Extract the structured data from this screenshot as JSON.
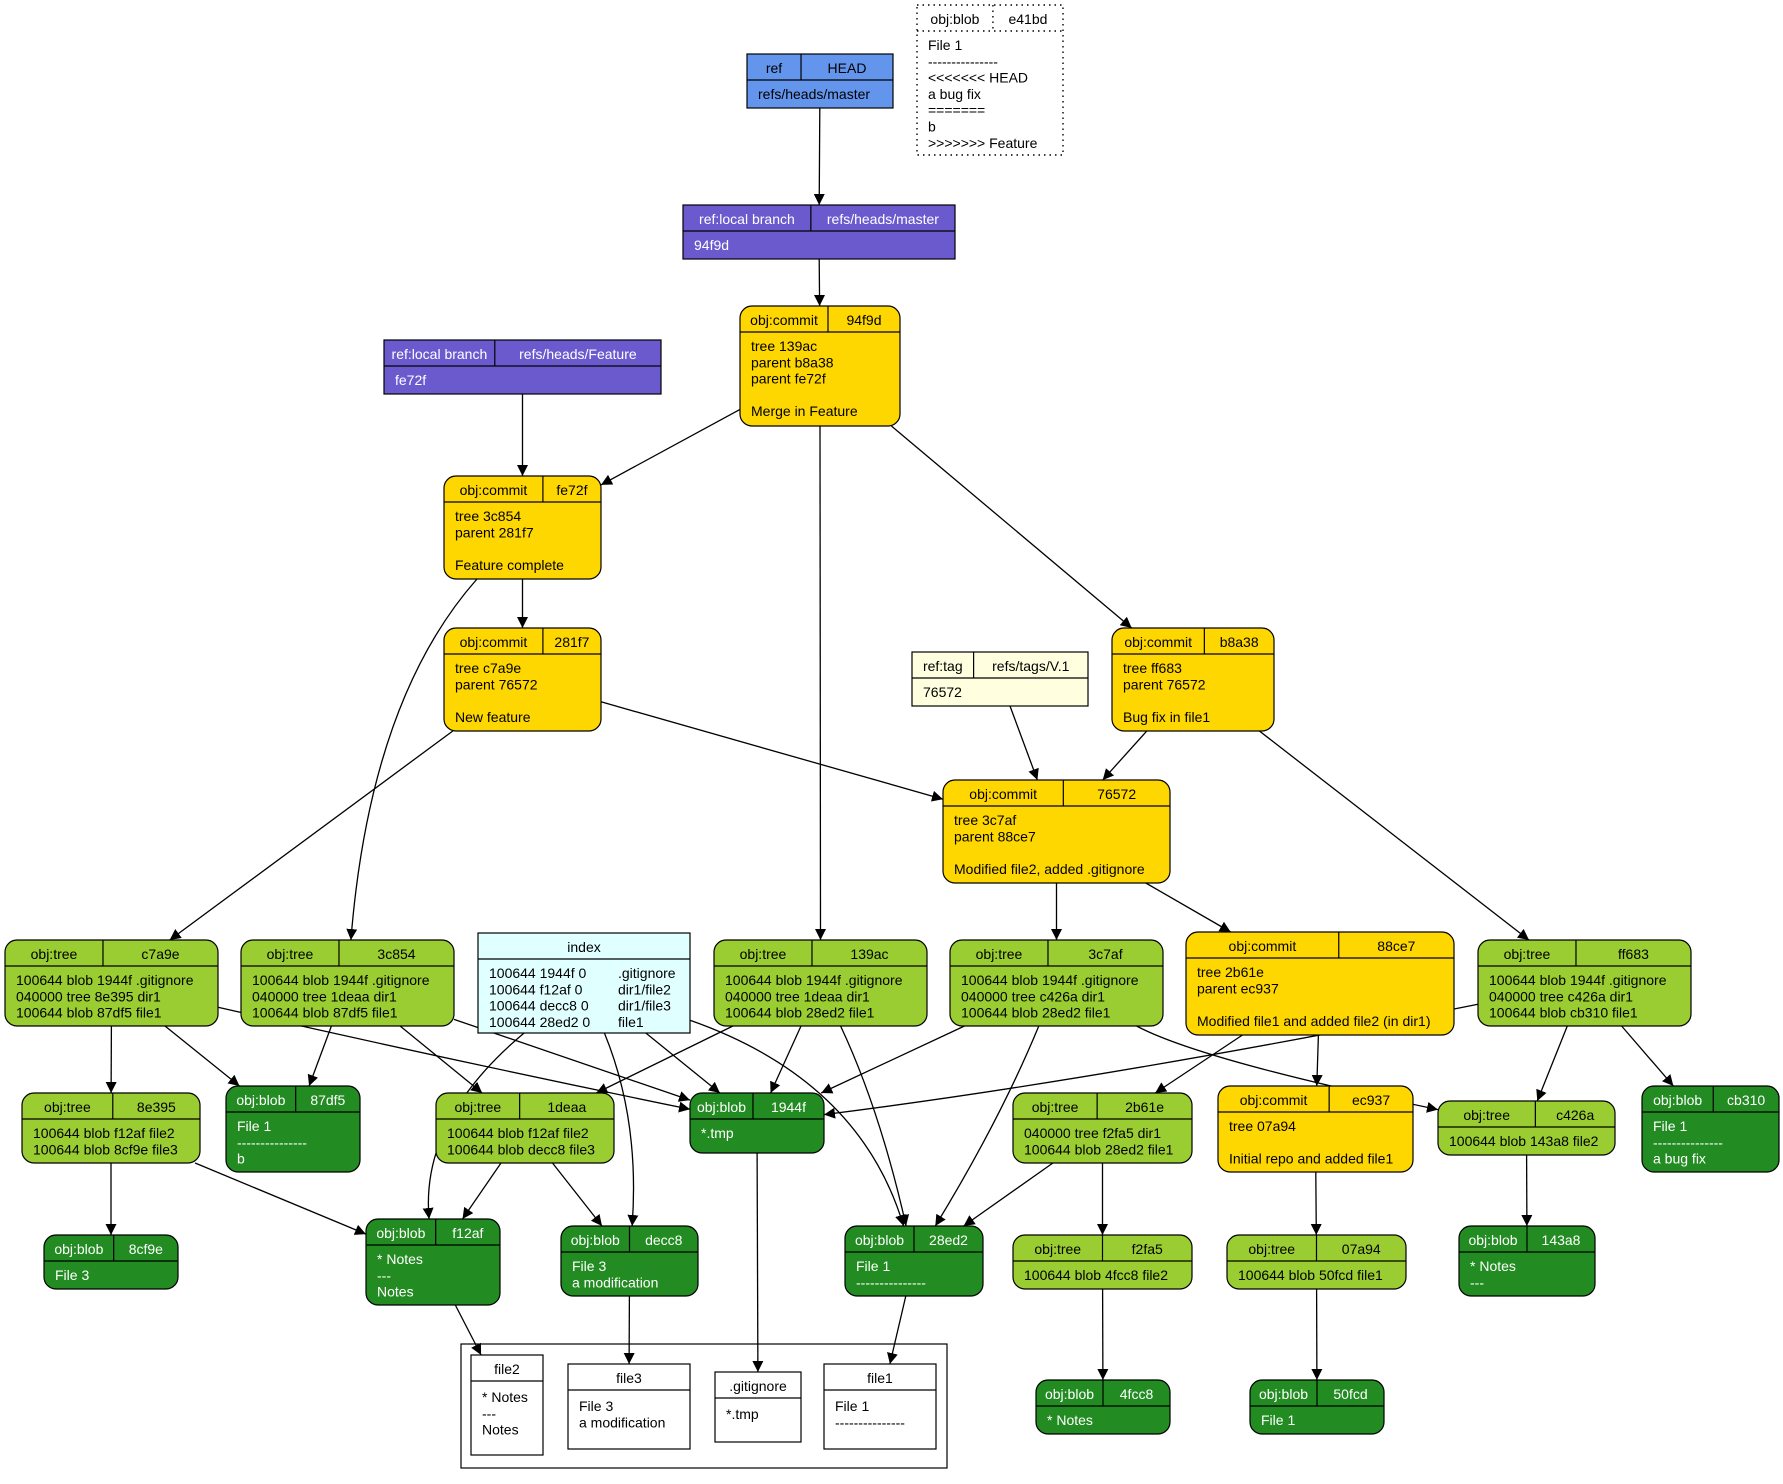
{
  "colors": {
    "ref": "#6495ed",
    "branch": "#6a5acd",
    "commit": "#ffd700",
    "tree": "#9acd32",
    "blob": "#228b22",
    "tag": "#ffffe0",
    "index": "#e0ffff",
    "workdir": "#ffffff"
  },
  "nodes": {
    "blob_e41bd": {
      "head": [
        "obj:blob",
        "e41bd"
      ],
      "body": [
        "File 1",
        "---------------",
        "<<<<<<< HEAD",
        " a bug fix",
        "=======",
        "b",
        ">>>>>>> Feature"
      ]
    },
    "ref_head": {
      "head": [
        "ref",
        "HEAD"
      ],
      "body": [
        "refs/heads/master"
      ]
    },
    "branch_master": {
      "head": [
        "ref:local branch",
        "refs/heads/master"
      ],
      "body": [
        "94f9d"
      ]
    },
    "commit_94f9d": {
      "head": [
        "obj:commit",
        "94f9d"
      ],
      "body": [
        "tree 139ac",
        "parent b8a38",
        "parent fe72f",
        "",
        "Merge in Feature"
      ]
    },
    "branch_feature": {
      "head": [
        "ref:local branch",
        "refs/heads/Feature"
      ],
      "body": [
        "fe72f"
      ]
    },
    "commit_fe72f": {
      "head": [
        "obj:commit",
        "fe72f"
      ],
      "body": [
        "tree 3c854",
        "parent 281f7",
        "",
        "Feature complete"
      ]
    },
    "commit_281f7": {
      "head": [
        "obj:commit",
        "281f7"
      ],
      "body": [
        "tree c7a9e",
        "parent 76572",
        "",
        "New feature"
      ]
    },
    "tag_v1": {
      "head": [
        "ref:tag",
        "refs/tags/V.1"
      ],
      "body": [
        "76572"
      ]
    },
    "commit_b8a38": {
      "head": [
        "obj:commit",
        "b8a38"
      ],
      "body": [
        "tree ff683",
        "parent 76572",
        "",
        "Bug fix in file1"
      ]
    },
    "commit_76572": {
      "head": [
        "obj:commit",
        "76572"
      ],
      "body": [
        "tree 3c7af",
        "parent 88ce7",
        "",
        "Modified file2, added .gitignore"
      ]
    },
    "tree_c7a9e": {
      "head": [
        "obj:tree",
        "c7a9e"
      ],
      "body": [
        "100644 blob 1944f  .gitignore",
        "040000 tree 8e395 dir1",
        "100644 blob 87df5  file1"
      ]
    },
    "tree_3c854": {
      "head": [
        "obj:tree",
        "3c854"
      ],
      "body": [
        "100644 blob 1944f  .gitignore",
        "040000 tree 1deaa dir1",
        "100644 blob 87df5  file1"
      ]
    },
    "index": {
      "title": "index",
      "rows": [
        [
          "100644 1944f 0",
          ".gitignore"
        ],
        [
          "100644 f12af 0",
          "dir1/file2"
        ],
        [
          "100644 decc8 0",
          "dir1/file3"
        ],
        [
          "100644 28ed2 0",
          "file1"
        ]
      ]
    },
    "tree_139ac": {
      "head": [
        "obj:tree",
        "139ac"
      ],
      "body": [
        "100644 blob 1944f  .gitignore",
        "040000 tree 1deaa dir1",
        "100644 blob 28ed2 file1"
      ]
    },
    "tree_3c7af": {
      "head": [
        "obj:tree",
        "3c7af"
      ],
      "body": [
        "100644 blob 1944f  .gitignore",
        "040000 tree c426a dir1",
        "100644 blob 28ed2 file1"
      ]
    },
    "commit_88ce7": {
      "head": [
        "obj:commit",
        "88ce7"
      ],
      "body": [
        "tree 2b61e",
        "parent ec937",
        "",
        "Modified file1 and added file2 (in dir1)"
      ]
    },
    "tree_ff683": {
      "head": [
        "obj:tree",
        "ff683"
      ],
      "body": [
        "100644 blob 1944f  .gitignore",
        "040000 tree c426a dir1",
        "100644 blob cb310 file1"
      ]
    },
    "tree_8e395": {
      "head": [
        "obj:tree",
        "8e395"
      ],
      "body": [
        "100644 blob f12af  file2",
        "100644 blob 8cf9e  file3"
      ]
    },
    "blob_87df5": {
      "head": [
        "obj:blob",
        "87df5"
      ],
      "body": [
        "File 1",
        "---------------",
        "b"
      ]
    },
    "tree_1deaa": {
      "head": [
        "obj:tree",
        "1deaa"
      ],
      "body": [
        "100644 blob f12af  file2",
        "100644 blob decc8 file3"
      ]
    },
    "blob_1944f": {
      "head": [
        "obj:blob",
        "1944f"
      ],
      "body": [
        "*.tmp"
      ]
    },
    "tree_2b61e": {
      "head": [
        "obj:tree",
        "2b61e"
      ],
      "body": [
        "040000 tree f2fa5  dir1",
        "100644 blob 28ed2 file1"
      ]
    },
    "commit_ec937": {
      "head": [
        "obj:commit",
        "ec937"
      ],
      "body": [
        "tree 07a94",
        "",
        "Initial repo and added file1"
      ]
    },
    "tree_c426a": {
      "head": [
        "obj:tree",
        "c426a"
      ],
      "body": [
        "100644 blob 143a8 file2"
      ]
    },
    "blob_cb310": {
      "head": [
        "obj:blob",
        "cb310"
      ],
      "body": [
        "File 1",
        "---------------",
        " a bug fix"
      ]
    },
    "blob_8cf9e": {
      "head": [
        "obj:blob",
        "8cf9e"
      ],
      "body": [
        "File 3"
      ]
    },
    "blob_f12af": {
      "head": [
        "obj:blob",
        "f12af"
      ],
      "body": [
        "* Notes",
        "---",
        "Notes"
      ]
    },
    "blob_decc8": {
      "head": [
        "obj:blob",
        "decc8"
      ],
      "body": [
        "File 3",
        " a modification"
      ]
    },
    "blob_28ed2": {
      "head": [
        "obj:blob",
        "28ed2"
      ],
      "body": [
        "File 1",
        "---------------"
      ]
    },
    "tree_f2fa5": {
      "head": [
        "obj:tree",
        "f2fa5"
      ],
      "body": [
        "100644 blob 4fcc8  file2"
      ]
    },
    "tree_07a94": {
      "head": [
        "obj:tree",
        "07a94"
      ],
      "body": [
        "100644 blob 50fcd  file1"
      ]
    },
    "blob_143a8": {
      "head": [
        "obj:blob",
        "143a8"
      ],
      "body": [
        "* Notes",
        "---"
      ]
    },
    "blob_4fcc8": {
      "head": [
        "obj:blob",
        "4fcc8"
      ],
      "body": [
        "* Notes"
      ]
    },
    "blob_50fcd": {
      "head": [
        "obj:blob",
        "50fcd"
      ],
      "body": [
        "File 1"
      ]
    },
    "wd_file2": {
      "title": "file2",
      "body": [
        "* Notes",
        "---",
        "Notes"
      ]
    },
    "wd_file3": {
      "title": "file3",
      "body": [
        "File 3",
        " a modification"
      ]
    },
    "wd_gitignore": {
      "title": ".gitignore",
      "body": [
        "*.tmp"
      ]
    },
    "wd_file1": {
      "title": "file1",
      "body": [
        "File 1",
        "---------------"
      ]
    }
  }
}
